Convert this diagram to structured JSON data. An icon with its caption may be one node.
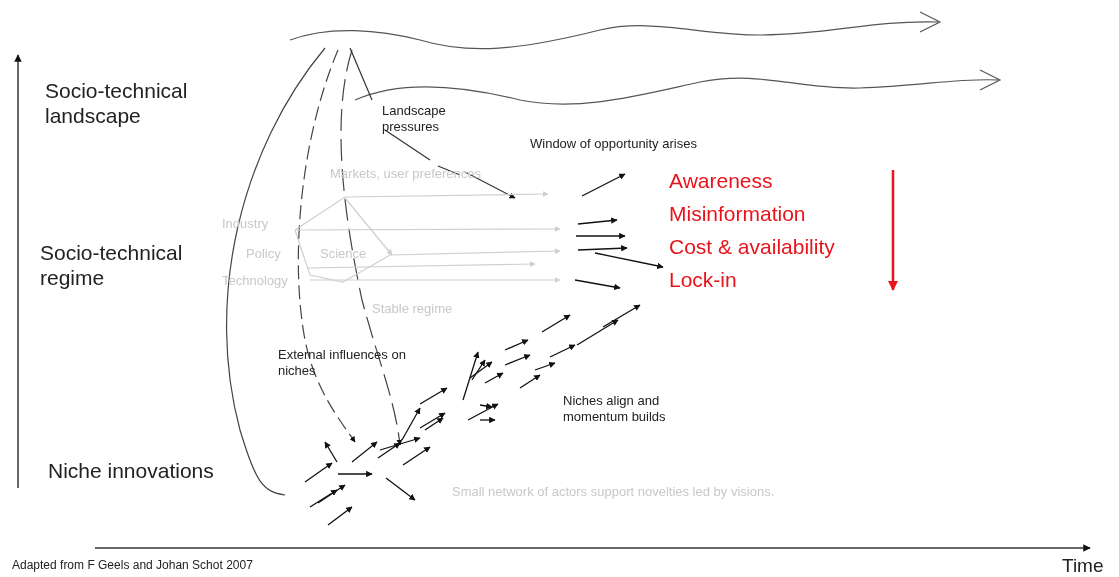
{
  "diagram": {
    "caption": "Adapted from F Geels and Johan Schot 2007",
    "labels": [
      "Socio-technical landscape",
      "Landscape pressures",
      "Window of opportunity arises",
      "Markets, user preferences",
      "Awareness",
      "Misinformation",
      "Cost & availability",
      "Lock-in",
      "Industry",
      "Socio-technical regime",
      "Policy",
      "Science",
      "Technology",
      "Stable regime",
      "External influences on niches",
      "Niches align and momentum builds",
      "Niche innovations",
      "Small network of actors support novelties led by visions.",
      "Time"
    ]
  }
}
